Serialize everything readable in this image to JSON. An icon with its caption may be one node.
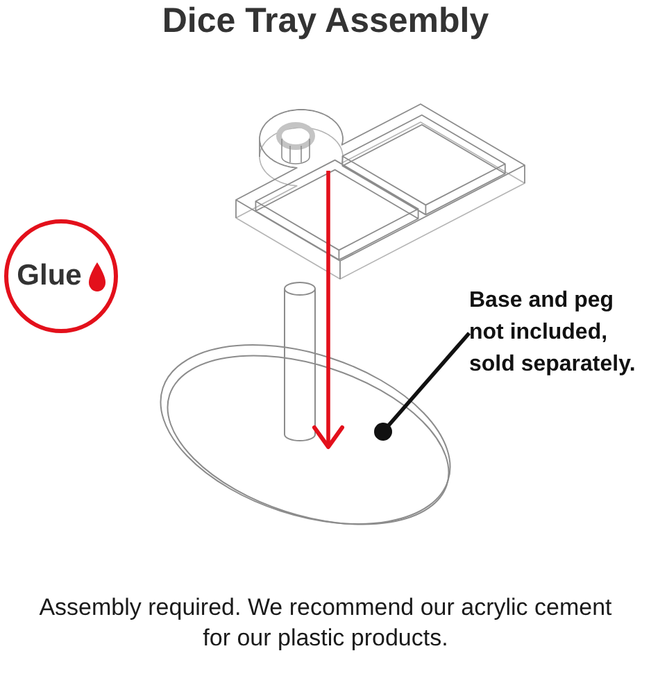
{
  "diagram": {
    "title": "Dice Tray Assembly",
    "caption": "Assembly required. We recommend our acrylic cement for our plastic products.",
    "nodes": [
      {
        "text": [],
        "shape": "picture"
      },
      {
        "text": [
          "Glue"
        ]
      },
      {
        "text": [
          "Base and peg not included, sold separately."
        ]
      },
      {
        "text": [],
        "shape": "circle"
      }
    ],
    "edges": [
      {
        "from": 0,
        "to": 3,
        "arrow": "to",
        "color": "#e3101b"
      },
      {
        "from": 2,
        "to": 3,
        "arrow": "other",
        "color": "#111111"
      }
    ]
  }
}
